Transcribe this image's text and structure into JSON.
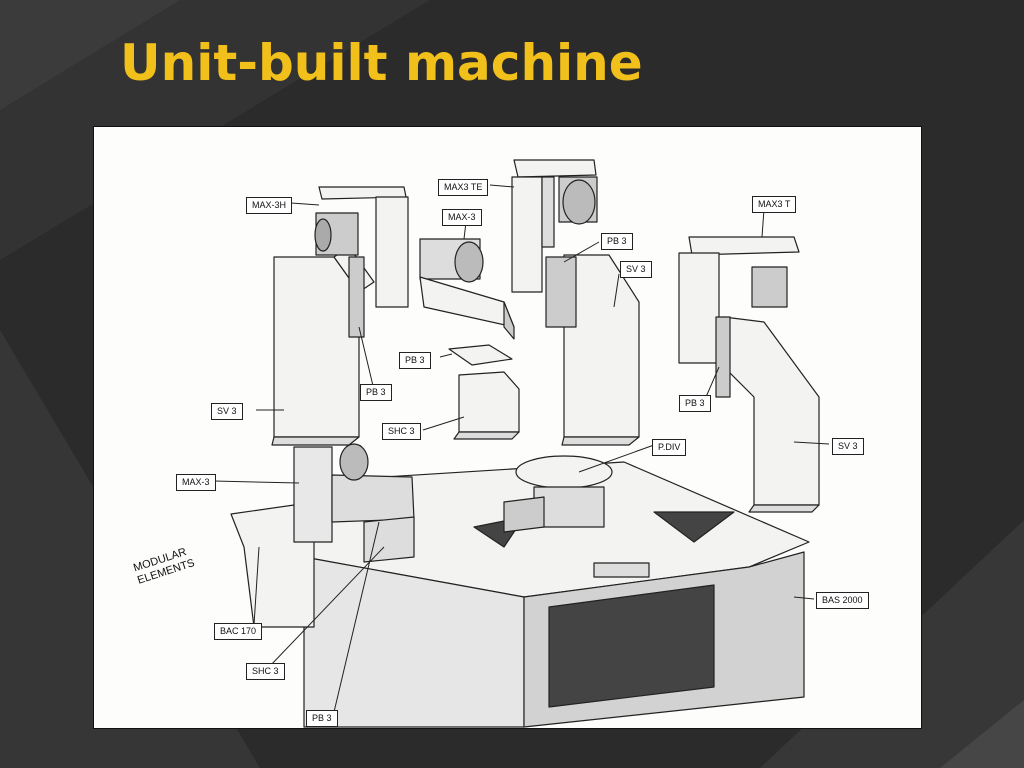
{
  "slide": {
    "title": "Unit-built machine",
    "colors": {
      "background": "#2c2c2c",
      "title": "#f2c01a",
      "figure_background": "#fdfdfb"
    }
  },
  "figure": {
    "caption": [
      "MODULAR",
      "ELEMENTS"
    ],
    "callouts": {
      "max3h": "MAX-3H",
      "max3te": "MAX3 TE",
      "max3_top": "MAX-3",
      "pb3_center": "PB 3",
      "sv3_center": "SV 3",
      "max3t": "MAX3 T",
      "pb3_small": "PB 3",
      "pb3_left": "PB 3",
      "sv3_left": "SV 3",
      "shc3_center": "SHC 3",
      "pdiv": "P.DIV",
      "pb3_right": "PB 3",
      "sv3_right": "SV 3",
      "max3_lower": "MAX-3",
      "bas2000": "BAS 2000",
      "bac170": "BAC 170",
      "shc3_bottom": "SHC 3",
      "pb3_bottom": "PB 3"
    }
  }
}
